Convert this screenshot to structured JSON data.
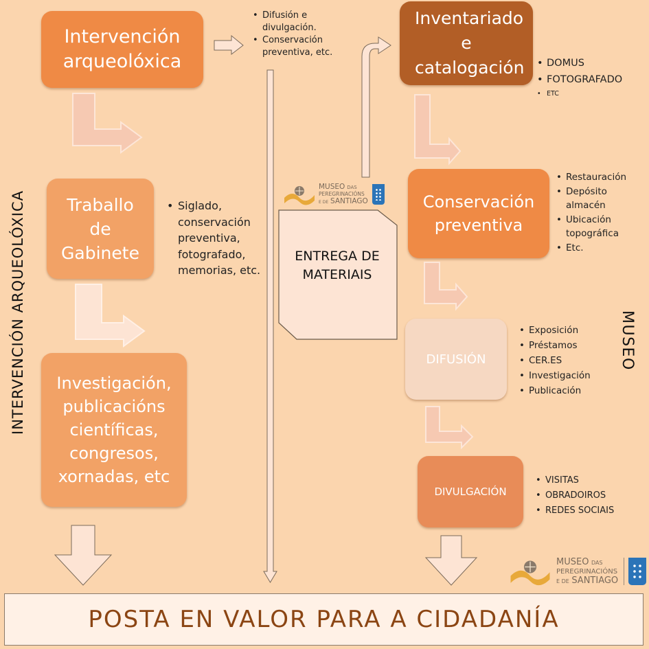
{
  "left": {
    "vertical_label": "INTERVENCIÓN ARQUEOLÓXICA",
    "box1": "Intervención arqueolóxica",
    "box1_bullets": [
      "Difusión e divulgación.",
      "Conservación preventiva, etc."
    ],
    "box2": "Traballo de Gabinete",
    "box2_bullets": [
      "Siglado, conservación preventiva, fotografado, memorias, etc."
    ],
    "box3": "Investigación, publicacións científicas, congresos, xornadas, etc"
  },
  "center": {
    "delivery": "ENTREGA DE MATERIAIS",
    "logo": {
      "line1": "MUSEO",
      "line1_small": "DAS",
      "line2": "PEREGRINACIÓNS",
      "line3_small": "E DE",
      "line3": "SANTIAGO"
    }
  },
  "right": {
    "vertical_label": "MUSEO",
    "box1": "Inventariado e catalogación",
    "box1_bullets": [
      "DOMUS",
      "FOTOGRAFADO"
    ],
    "box1_small": "ETC",
    "box2": "Conservación preventiva",
    "box2_bullets": [
      "Restauración",
      "Depósito almacén",
      "Ubicación topográfica",
      "Etc."
    ],
    "box3": "DIFUSIÓN",
    "box3_bullets": [
      "Exposición",
      "Préstamos",
      "CER.ES",
      "Investigación",
      "Publicación"
    ],
    "box4": "DIVULGACIÓN",
    "box4_bullets": [
      "VISITAS",
      "OBRADOIROS",
      "REDES SOCIAIS"
    ]
  },
  "footer": {
    "text": "POSTA EN VALOR PARA A CIDADANÍA"
  },
  "colors": {
    "background": "#fbd5ae",
    "orange": "#ef8a45",
    "dark_orange": "#b25e26",
    "light_orange": "#f2a266",
    "pale": "#f6d8c2",
    "footer_text": "#8b4513"
  }
}
